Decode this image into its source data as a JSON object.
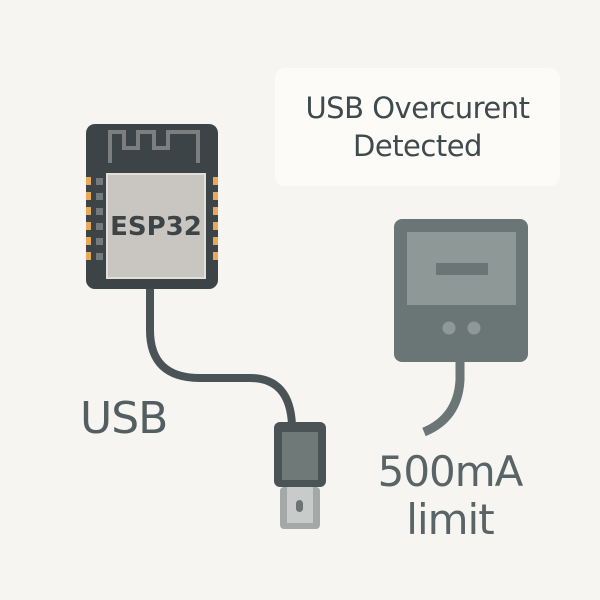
{
  "alert": {
    "line1": "USB Overcurent",
    "line2": "Detected"
  },
  "module": {
    "label": "ESP32",
    "icon": "esp32-module-icon",
    "antenna_icon": "pcb-antenna-icon"
  },
  "cable": {
    "label": "USB",
    "icon": "usb-cable-icon",
    "connector_icon": "usb-a-connector-icon"
  },
  "power_supply": {
    "icon": "power-meter-icon",
    "limit_line1": "500mA",
    "limit_line2": "limit"
  },
  "colors": {
    "background": "#f7f5f1",
    "dark": "#3c4447",
    "chip_shield": "#c9c5c0",
    "pin": "#e8a95b",
    "meter": "#6a7575",
    "meter_screen": "#8e9897"
  }
}
